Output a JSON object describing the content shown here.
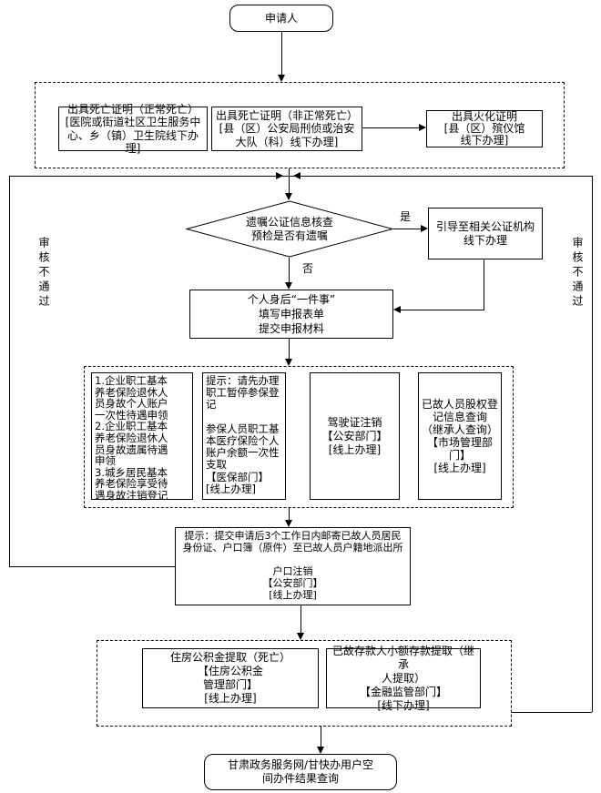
{
  "nodes": {
    "applicant": "申请人",
    "death_cert_normal": "出具死亡证明（正常死亡）\n[医院或街道社区卫生服务中\n心、乡（镇）卫生院线下办理]",
    "death_cert_abnormal": "出具死亡证明（非正常死亡）\n[县（区）公安局刑侦或治安\n大队（科）线下办理]",
    "cremation_cert": "出具火化证明\n[县（区）殡仪馆\n线下办理]",
    "will_check": "遗嘱公证信息核查\n预检是否有遗嘱",
    "notary_office": "引导至相关公证机构\n线下办理",
    "one_thing_form": "个人身后“一件事”\n填写申报表单\n提交申报材料",
    "pension_items": "1.企业职工基本\n养老保险退休人\n员身故个人账户\n一次性待遇申领\n2.企业职工基本\n养老保险退休人\n员身故遗属待遇\n申领\n3.城乡居民基本\n养老保险享受待\n遇身故注销登记",
    "medical_insurance": "提示：请先办理\n职工暂停参保登\n记\n\n参保人员职工基\n本医疗保险个人\n账户余额一次性\n支取\n【医保部门】\n[线上办理]",
    "driver_license": "驾驶证注销\n【公安部门】\n[线上办理]",
    "equity_query": "已故人员股权登\n记信息查询\n（继承人查询）\n【市场管理部\n门】\n[线上办理]",
    "hukou_cancel": "提示：提交申请后3个工作日内邮寄已故人员居民\n身份证、户口簿（原件）至已故人员户籍地派出所\n\n户口注销\n【公安部门】\n[线上办理]",
    "housing_fund": "住房公积金提取（死亡）\n【住房公积金\n管理部门】\n[线上办理]",
    "small_deposit": "已故存款人小额存款提取（继承\n人提取）\n【金融监管部门】\n[线下办理]",
    "result_query": "甘肃政务服务网/甘快办用户空\n间办件结果查询"
  },
  "labels": {
    "yes": "是",
    "no": "否",
    "review_fail_left": "审核不通过",
    "review_fail_right": "审核不通过"
  },
  "colors": {
    "line": "#000000",
    "background": "#ffffff"
  }
}
